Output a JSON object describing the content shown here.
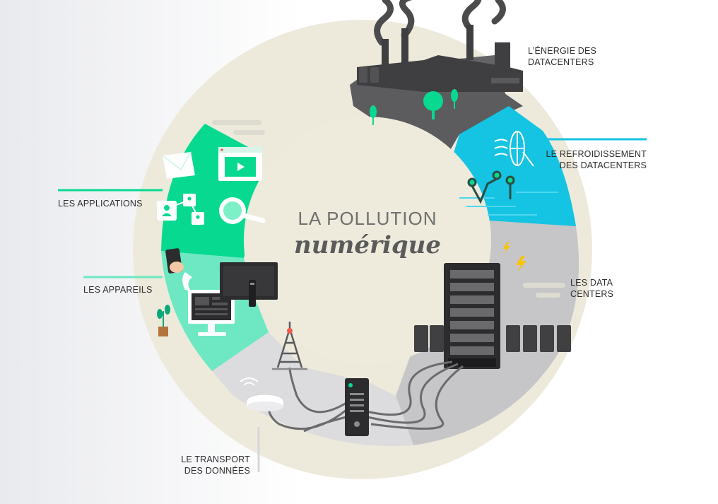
{
  "title": {
    "line1": "LA POLLUTION",
    "line2": "numérique"
  },
  "labels": {
    "energie": [
      "L’ÉNERGIE DES",
      "DATACENTERS"
    ],
    "refroidissement": [
      "LE REFROIDISSEMENT",
      "DES DATACENTERS"
    ],
    "datacenters": [
      "LES DATA",
      "CENTERS"
    ],
    "transport": [
      "LE TRANSPORT",
      "DES DONNÉES"
    ],
    "appareils": [
      "LES APPAREILS"
    ],
    "applications": [
      "LES APPLICATIONS"
    ]
  },
  "colors": {
    "ring": "#edeadc",
    "energy_sector": "#646466",
    "cooling_sector": "#15c3e2",
    "datacenter_sector": "#c6c6c8",
    "transport_sector": "#dcdcde",
    "devices_sector": "#6de8c2",
    "applications_sector": "#08d991"
  },
  "icons": [
    "factory-icon",
    "smoke-icon",
    "tree-icon",
    "fan-icon",
    "water-icon",
    "server-rack-icon",
    "lightning-icon",
    "network-switch-icon",
    "router-icon",
    "antenna-tower-icon",
    "cable-icon",
    "monitor-icon",
    "tv-icon",
    "smartphone-icon",
    "remote-icon",
    "plant-icon",
    "envelope-icon",
    "video-window-icon",
    "user-network-icon",
    "magnifier-icon"
  ]
}
